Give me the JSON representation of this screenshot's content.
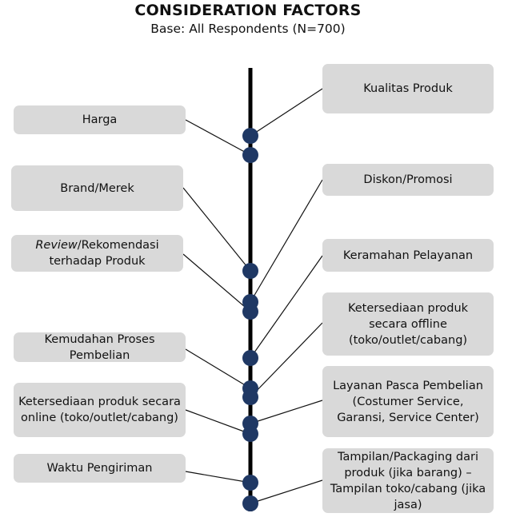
{
  "header": {
    "title": "CONSIDERATION FACTORS",
    "subtitle": "Base: All Respondents (N=700)"
  },
  "left_factors": [
    {
      "label": "Harga"
    },
    {
      "label": "Brand/Merek"
    },
    {
      "label_italic": "Review",
      "label": "/Rekomendasi terhadap Produk"
    },
    {
      "label": "Kemudahan Proses Pembelian"
    },
    {
      "label": "Ketersediaan produk secara online (toko/outlet/cabang)"
    },
    {
      "label": "Waktu Pengiriman"
    }
  ],
  "right_factors": [
    {
      "label": "Kualitas Produk"
    },
    {
      "label": "Diskon/Promosi"
    },
    {
      "label": "Keramahan Pelayanan"
    },
    {
      "label": "Ketersediaan produk secara offline (toko/outlet/cabang)"
    },
    {
      "label": "Layanan Pasca Pembelian (Costumer Service, Garansi, Service Center)"
    },
    {
      "label": "Tampilan/Packaging dari produk (jika barang) – Tampilan toko/cabang (jika jasa)"
    }
  ],
  "colors": {
    "box_fill": "#d9d9d9",
    "node_fill": "#1f3864",
    "spine": "#000000",
    "connector": "#111111"
  }
}
